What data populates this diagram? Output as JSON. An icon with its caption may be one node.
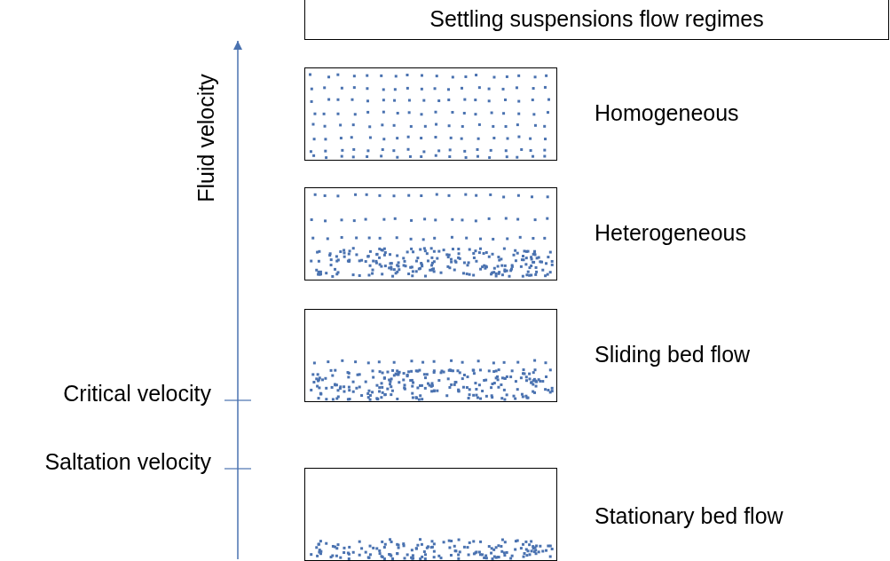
{
  "diagram": {
    "title": "Settling suspensions flow regimes",
    "nodes": [
      {
        "text": [],
        "shape": "box",
        "beside": [
          "Homogeneous"
        ]
      },
      {
        "text": [],
        "shape": "box",
        "beside": [
          "Heterogeneous"
        ]
      },
      {
        "text": [],
        "shape": "box",
        "beside": [
          "Sliding bed flow"
        ]
      },
      {
        "text": [],
        "shape": "box",
        "beside": [
          "Stationary bed flow"
        ]
      }
    ],
    "edges": [],
    "labels": [
      "Fluid velocity",
      "Critical velocity",
      "Saltation velocity"
    ]
  }
}
